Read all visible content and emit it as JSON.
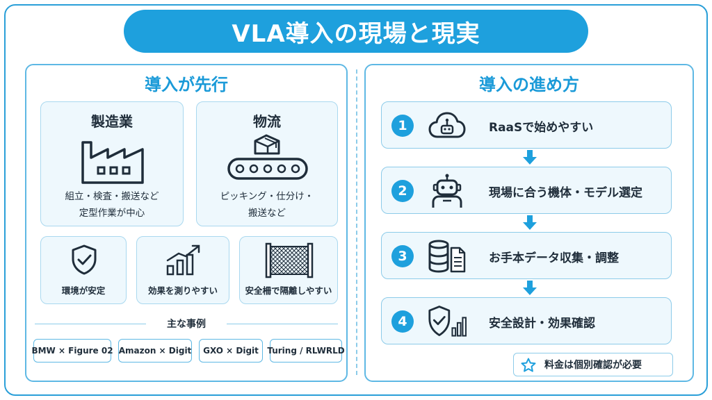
{
  "title": "VLA導入の現場と現実",
  "left": {
    "heading": "導入が先行",
    "cards": [
      {
        "title": "製造業",
        "desc_lines": [
          "組立・検査・搬送など",
          "定型作業が中心"
        ],
        "icon": "factory-icon"
      },
      {
        "title": "物流",
        "desc_lines": [
          "ピッキング・仕分け・",
          "搬送など"
        ],
        "icon": "conveyor-icon"
      }
    ],
    "features": [
      {
        "label": "環境が安定",
        "icon": "shield-check-icon"
      },
      {
        "label": "効果を測りやすい",
        "icon": "growth-chart-icon"
      },
      {
        "label": "安全柵で隔離しやすい",
        "icon": "safety-fence-icon"
      }
    ],
    "examples_heading": "主な事例",
    "examples": [
      "BMW × Figure 02",
      "Amazon × Digit",
      "GXO × Digit",
      "Turing / RLWRLD"
    ]
  },
  "right": {
    "heading": "導入の進め方",
    "steps": [
      {
        "num": "1",
        "label": "RaaSで始めやすい",
        "icon": "cloud-robot-icon"
      },
      {
        "num": "2",
        "label": "現場に合う機体・モデル選定",
        "icon": "robot-icon"
      },
      {
        "num": "3",
        "label": "お手本データ収集・調整",
        "icon": "database-document-icon"
      },
      {
        "num": "4",
        "label": "安全設計・効果確認",
        "icon": "shield-chart-icon"
      }
    ],
    "note": "料金は個別確認が必要",
    "note_icon": "star-icon"
  },
  "colors": {
    "accent": "#1ea0dd",
    "card_bg": "#eef8fd",
    "border": "#5eb8e4"
  }
}
